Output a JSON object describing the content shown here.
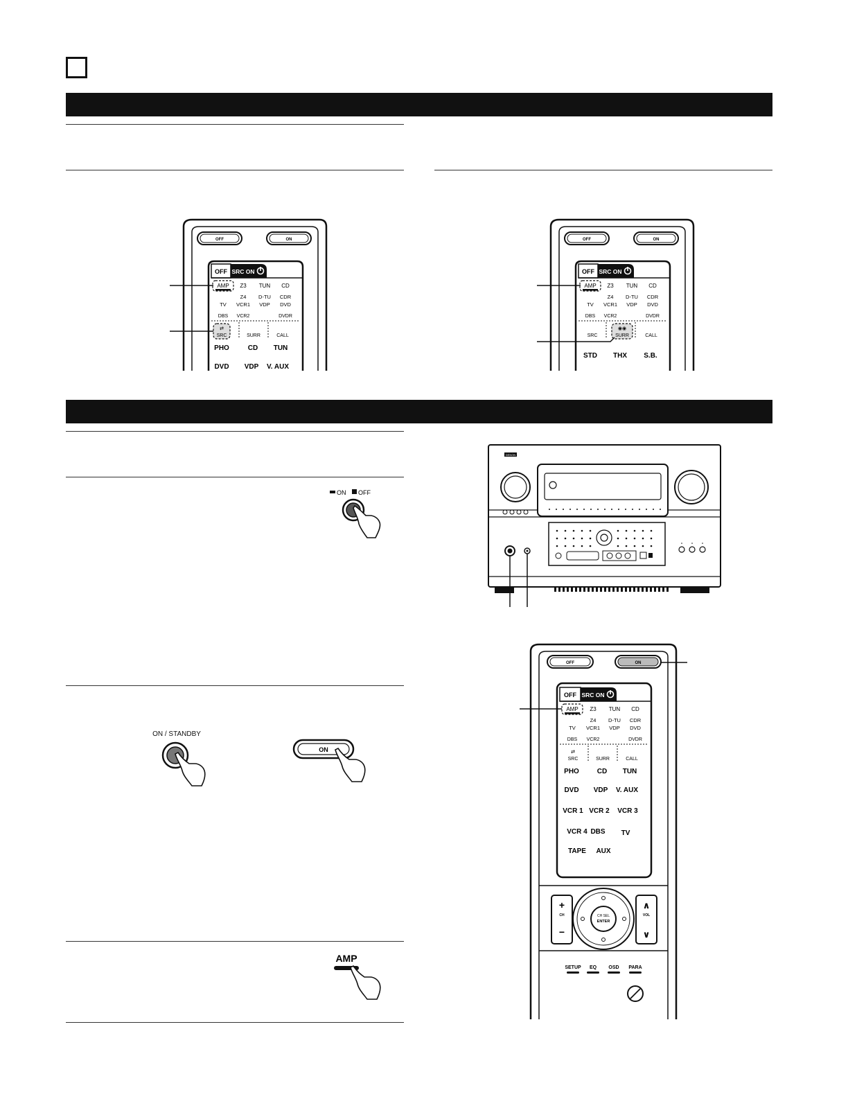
{
  "colors": {
    "ink": "#111111",
    "paper": "#ffffff",
    "screen": "#ffffff"
  },
  "remote": {
    "hard_buttons": [
      "OFF",
      "ON"
    ],
    "tabs": [
      "OFF",
      "SRC ON"
    ],
    "row1": [
      "AMP",
      "Z3",
      "TUN",
      "CD"
    ],
    "row2": [
      "TV",
      "Z4\nVCR1",
      "D-TU\nVDP",
      "CDR\nDVD"
    ],
    "row2_top": [
      "Z4",
      "D-TU",
      "CDR"
    ],
    "row2_bottom": [
      "TV",
      "VCR1",
      "VDP",
      "DVD"
    ],
    "row3": [
      "DBS",
      "VCR2",
      "DVDR"
    ],
    "mode_row": [
      "SRC",
      "SURR",
      "CALL"
    ],
    "source_grid": [
      [
        "PHO",
        "CD",
        "TUN"
      ],
      [
        "DVD",
        "VDP",
        "V. AUX"
      ],
      [
        "VCR 1",
        "VCR 2",
        "VCR 3"
      ],
      [
        "VCR 4",
        "DBS",
        "TV"
      ],
      [
        "TAPE",
        "AUX",
        ""
      ]
    ],
    "surround_row": [
      "STD",
      "THX",
      "S.B."
    ],
    "ch_label": "CH",
    "vol_label": "VOL",
    "center_label_1": "CH SEL",
    "center_label_2": "ENTER",
    "function_keys": [
      "SETUP",
      "EQ",
      "OSD",
      "PARA"
    ]
  },
  "illustrations": {
    "power_switch_on": "ON",
    "power_switch_off": "OFF",
    "on_standby_label": "ON / STANDBY",
    "on_button_label": "ON",
    "amp_label": "AMP",
    "brand": "DENON"
  }
}
